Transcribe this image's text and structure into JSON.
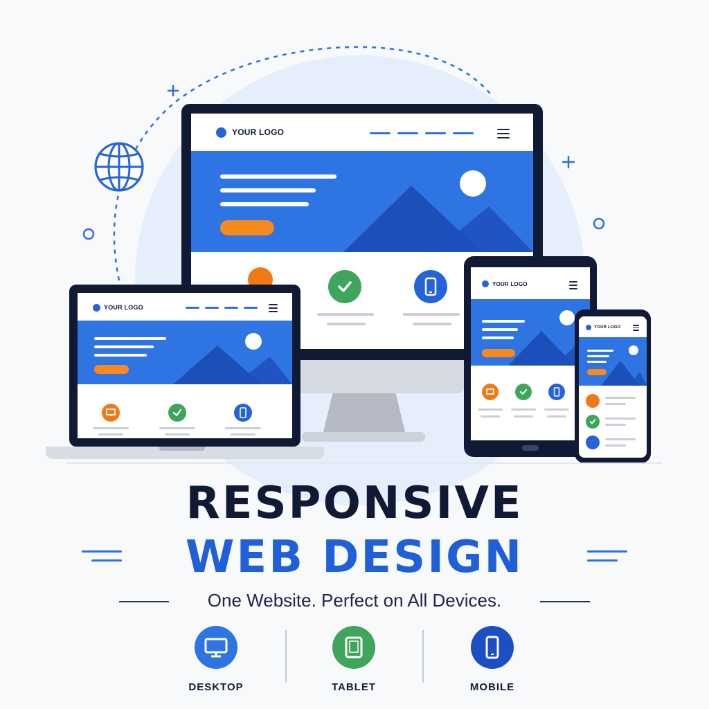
{
  "logo_text": "YOUR LOGO",
  "headline": {
    "line1": "RESPONSIVE",
    "line2": "WEB DESIGN",
    "subtitle": "One Website. Perfect on All Devices."
  },
  "device_labels": [
    "DESKTOP",
    "TABLET",
    "MOBILE"
  ],
  "colors": {
    "brand_blue": "#2f74e3",
    "dark_navy": "#111a35",
    "accent_orange": "#f58a1f",
    "accent_green": "#3ea55a",
    "background": "#f8f9fb"
  },
  "icons": [
    "globe-icon",
    "monitor-icon",
    "checkmark-icon",
    "smartphone-icon",
    "tablet-icon",
    "hamburger-menu-icon",
    "sun-icon",
    "mountain-icon"
  ]
}
